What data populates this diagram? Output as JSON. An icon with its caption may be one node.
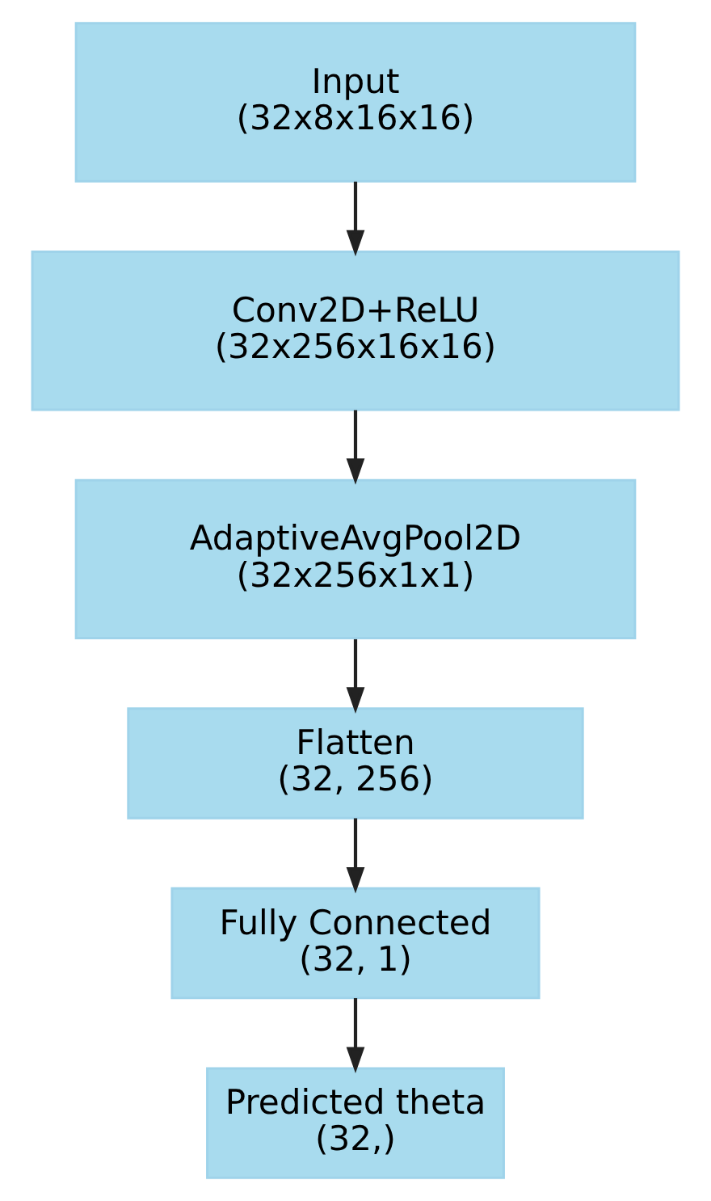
{
  "diagram": {
    "nodes": [
      {
        "text": [
          "Input",
          "(32x8x16x16)"
        ]
      },
      {
        "text": [
          "Conv2D+ReLU",
          "(32x256x16x16)"
        ]
      },
      {
        "text": [
          "AdaptiveAvgPool2D",
          "(32x256x1x1)"
        ]
      },
      {
        "text": [
          "Flatten",
          "(32, 256)"
        ]
      },
      {
        "text": [
          "Fully Connected",
          "(32, 1)"
        ]
      },
      {
        "text": [
          "Predicted theta",
          "(32,)"
        ]
      }
    ],
    "edges": [
      {
        "from": 0,
        "to": 1,
        "arrow": "to"
      },
      {
        "from": 1,
        "to": 2,
        "arrow": "to"
      },
      {
        "from": 2,
        "to": 3,
        "arrow": "to"
      },
      {
        "from": 3,
        "to": 4,
        "arrow": "to"
      },
      {
        "from": 4,
        "to": 5,
        "arrow": "to"
      }
    ]
  }
}
